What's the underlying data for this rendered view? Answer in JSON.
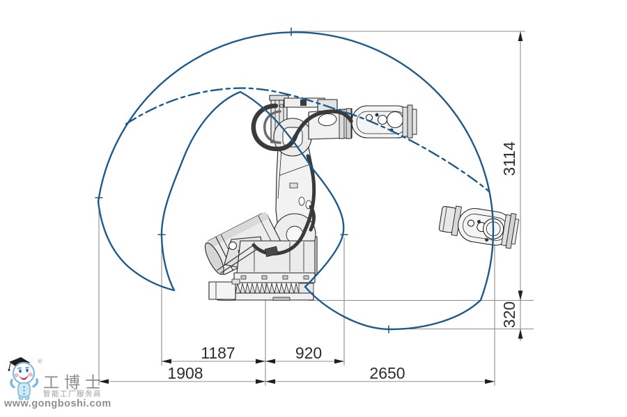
{
  "diagram": {
    "type": "industrial-robot-working-range",
    "dimensions": {
      "total_height": "3114",
      "below_base_reach": "320",
      "rear_upper_reach": "1187",
      "front_upper_reach": "920",
      "rear_reach": "1908",
      "max_forward_reach": "2650"
    },
    "colors": {
      "envelope": "#1c5a8c",
      "dimension_line": "#8c8c8c",
      "arrow": "#1f1f1f",
      "label_text": "#2d2d2d"
    }
  },
  "watermark": {
    "brand": "工博士",
    "registered": "®",
    "tagline": "智能工厂服务商",
    "website": "www.gongboshi.com"
  }
}
